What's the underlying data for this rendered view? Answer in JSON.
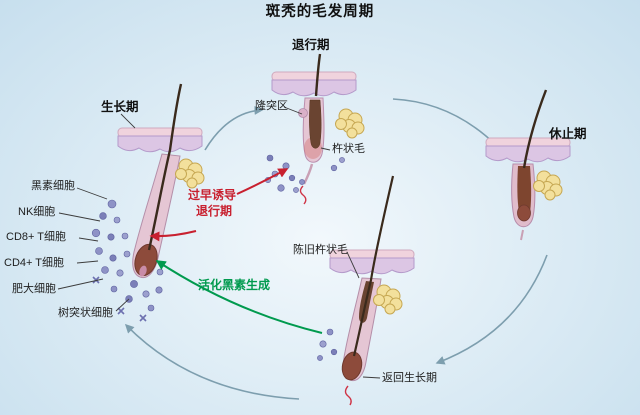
{
  "diagram": {
    "title": "斑秃的毛发周期",
    "stages": {
      "anagen": "生长期",
      "catagen": "退行期",
      "telogen": "休止期",
      "return_to_anagen": "返回生长期"
    },
    "structure_labels": {
      "bulge": "隆突区",
      "club_hair": "杵状毛",
      "old_club_hair": "陈旧杵状毛"
    },
    "cell_labels": {
      "melanocyte": "黑素细胞",
      "nk_cell": "NK细胞",
      "cd8_t_cell": "CD8+ T细胞",
      "cd4_t_cell": "CD4+ T细胞",
      "mast_cell": "肥大细胞",
      "dendritic_cell": "树突状细胞"
    },
    "annotations": {
      "premature_catagen_line1": "过早诱导",
      "premature_catagen_line2": "退行期",
      "melanogenesis_activation": "活化黑素生成"
    },
    "colors": {
      "background_top": "#c7dfee",
      "background_center": "#f2f8fc",
      "cycle_arrow": "#7d9eae",
      "inhibit_arrow_red": "#c8202f",
      "activate_arrow_green": "#009a4e",
      "epidermis": "#f0d3dd",
      "dermis": "#dcc6e4",
      "sebaceous_gland": "#f3e09c",
      "hair": "#3a2a1c",
      "follicle_bulb": "#8d4b3b",
      "immune_cell": "#8e92c6"
    }
  }
}
